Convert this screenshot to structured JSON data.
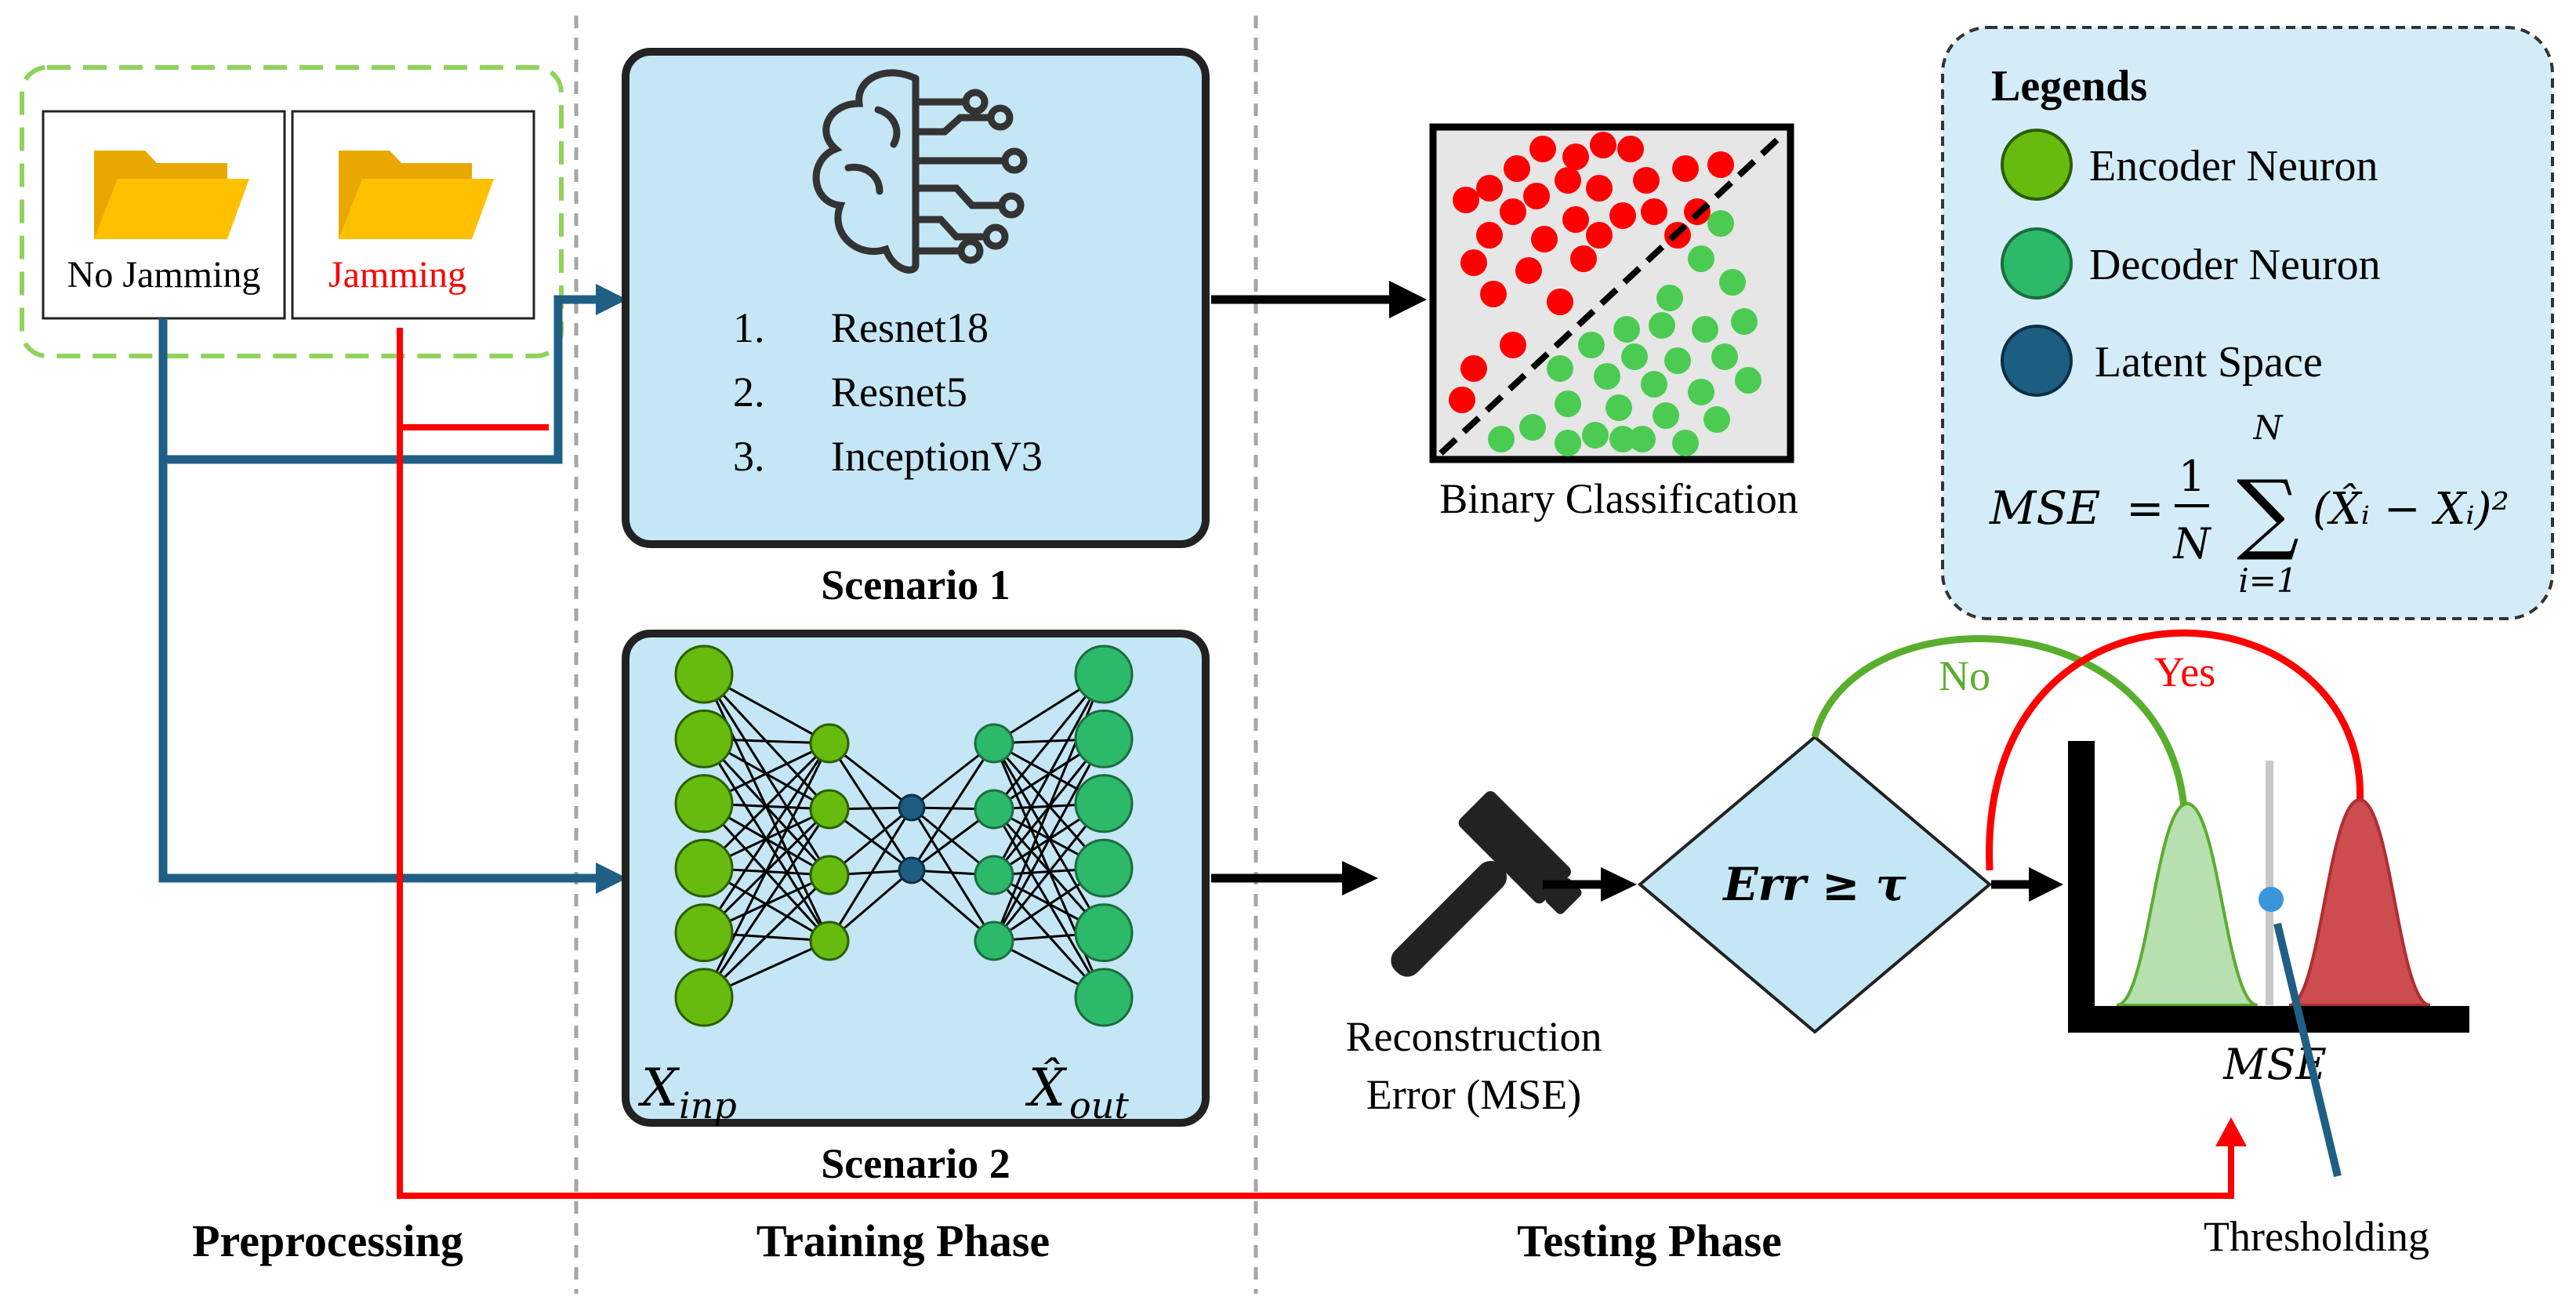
{
  "folders": {
    "no_jamming": "No Jamming",
    "jamming": "Jamming"
  },
  "scenario1": {
    "models": [
      {
        "num": "1.",
        "name": "Resnet18"
      },
      {
        "num": "2.",
        "name": "Resnet5"
      },
      {
        "num": "3.",
        "name": "InceptionV3"
      }
    ],
    "label": "Scenario 1",
    "output_label": "Binary Classification"
  },
  "scenario2": {
    "label": "Scenario 2",
    "input_symbol": "X",
    "input_sub": "inp",
    "output_symbol": "X̂",
    "output_sub": "out"
  },
  "reconstruction": {
    "line1": "Reconstruction",
    "line2": "Error (MSE)"
  },
  "decision": {
    "text": "Err ≥ τ",
    "no": "No",
    "yes": "Yes"
  },
  "threshold_plot": {
    "xlabel": "MSE",
    "annotation": "Thresholding"
  },
  "phases": {
    "preprocessing": "Preprocessing",
    "training": "Training Phase",
    "testing": "Testing Phase"
  },
  "legend": {
    "title": "Legends",
    "items": [
      {
        "label": "Encoder Neuron",
        "color": "#66bb0e"
      },
      {
        "label": "Decoder Neuron",
        "color": "#2db96a"
      },
      {
        "label": "Latent Space",
        "color": "#1c5d82"
      }
    ],
    "formula": {
      "lhs": "MSE",
      "eq": "=",
      "frac_num": "1",
      "frac_den": "N",
      "sigma": "∑",
      "sum_top": "N",
      "sum_bottom": "i=1",
      "term": "(X̂ᵢ − Xᵢ)²"
    }
  },
  "colors": {
    "blue_arrow": "#1f5f85",
    "red_arrow": "#ff0000",
    "box_fill": "#c5e6f4",
    "legend_fill": "#d4ecf7",
    "folder": "#ffc000",
    "dashed_green": "#8fd35a",
    "red_dot": "#ff0000",
    "green_dot": "#4ccb52",
    "no_color": "#5aae2e",
    "yes_color": "#ff0000"
  }
}
